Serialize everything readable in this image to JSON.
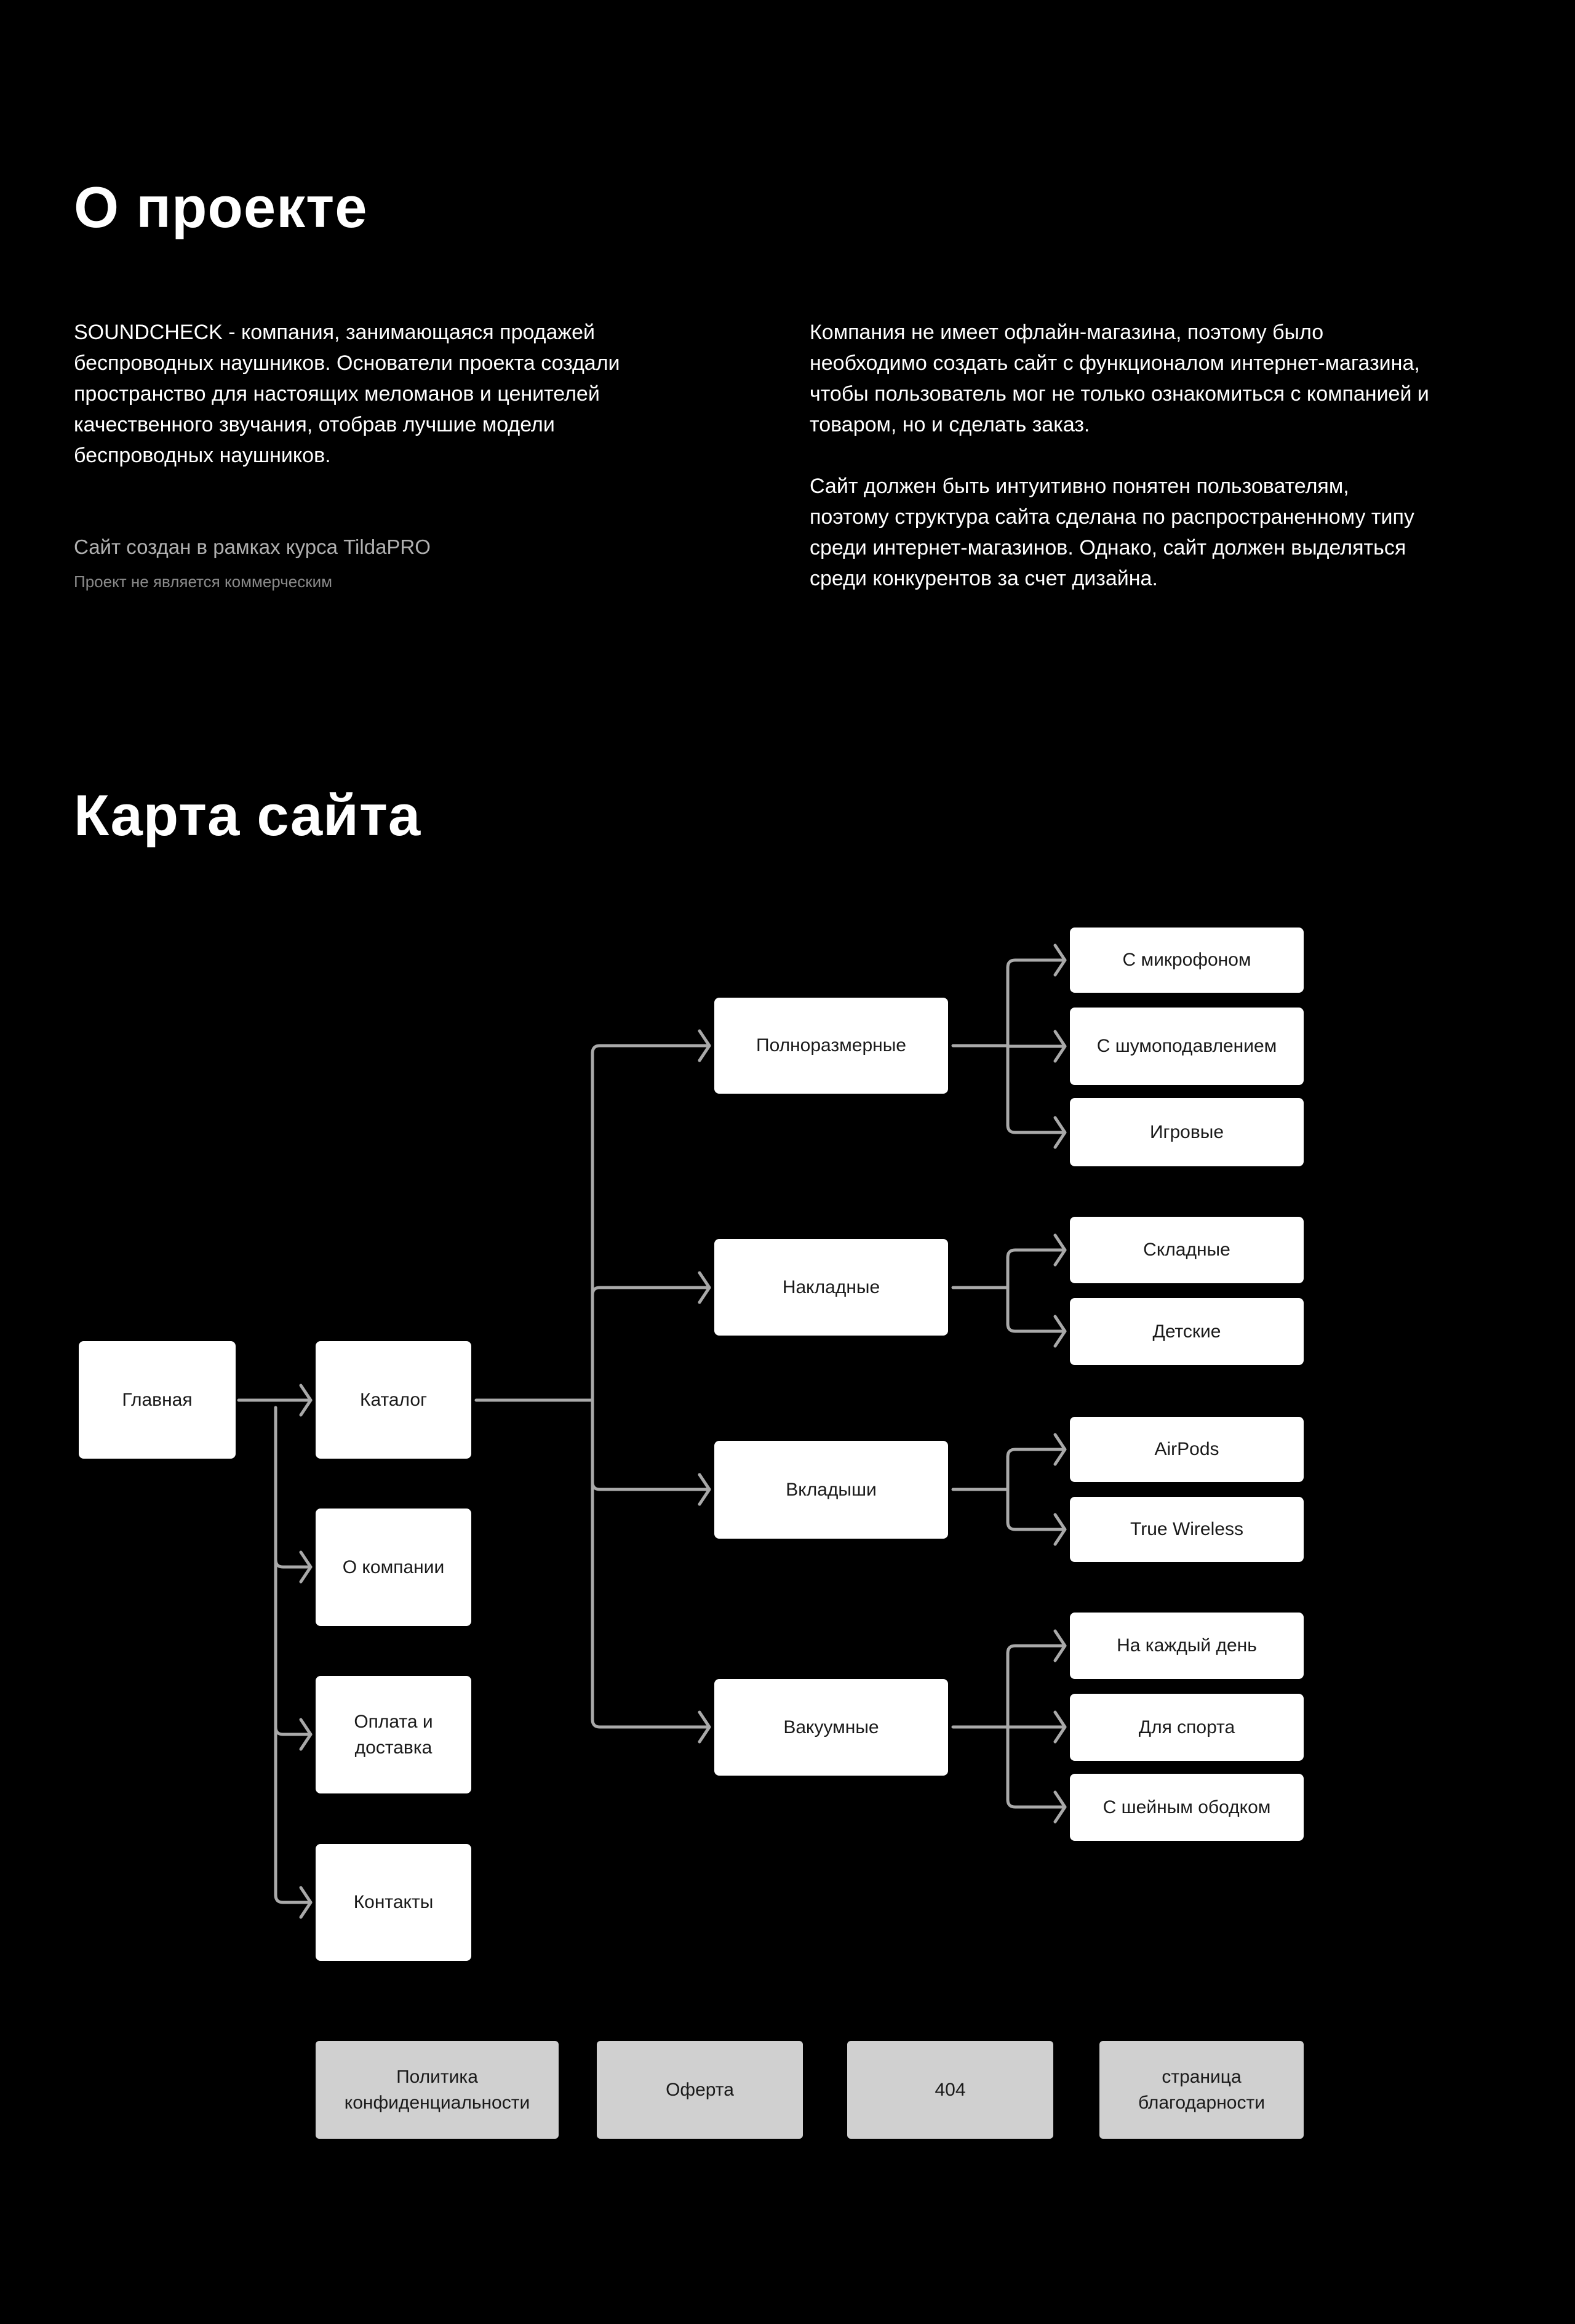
{
  "about": {
    "title": "О проекте",
    "left_text": "SOUNDCHECK - компания, занимающаяся продажей беспроводных наушников. Основатели проекта создали пространство для настоящих меломанов и ценителей качественного звучания, отобрав лучшие модели беспроводных наушников.",
    "course_note": "Сайт создан в рамках курса TildaPRO",
    "commercial_note": "Проект не является коммерческим",
    "right_text_1": "Компания не имеет офлайн-магазина, поэтому было необходимо создать сайт с функционалом интернет-магазина, чтобы пользователь мог не только ознакомиться с компанией и товаром, но и сделать заказ.",
    "right_text_2": "Сайт должен быть интуитивно понятен пользователям, поэтому структура сайта сделана по распространенному типу среди интернет-магазинов. Однако, сайт должен выделяться среди конкурентов за счет дизайна."
  },
  "sitemap": {
    "title": "Карта сайта",
    "root": "Главная",
    "level1": [
      "Каталог",
      "О компании",
      "Оплата и доставка",
      "Контакты"
    ],
    "categories": [
      {
        "label": "Полноразмерные",
        "children": [
          "С микрофоном",
          "С шумоподавлением",
          "Игровые"
        ]
      },
      {
        "label": "Накладные",
        "children": [
          "Складные",
          "Детские"
        ]
      },
      {
        "label": "Вкладыши",
        "children": [
          "AirPods",
          "True Wireless"
        ]
      },
      {
        "label": "Вакуумные",
        "children": [
          "На каждый день",
          "Для спорта",
          "С шейным ободком"
        ]
      }
    ],
    "service_pages": [
      "Политика конфиденциальности",
      "Оферта",
      "404",
      "страница благодарности"
    ]
  },
  "colors": {
    "background": "#000000",
    "box": "#ffffff",
    "service_box": "#d0d0d0",
    "connector": "#a9a9a9"
  }
}
